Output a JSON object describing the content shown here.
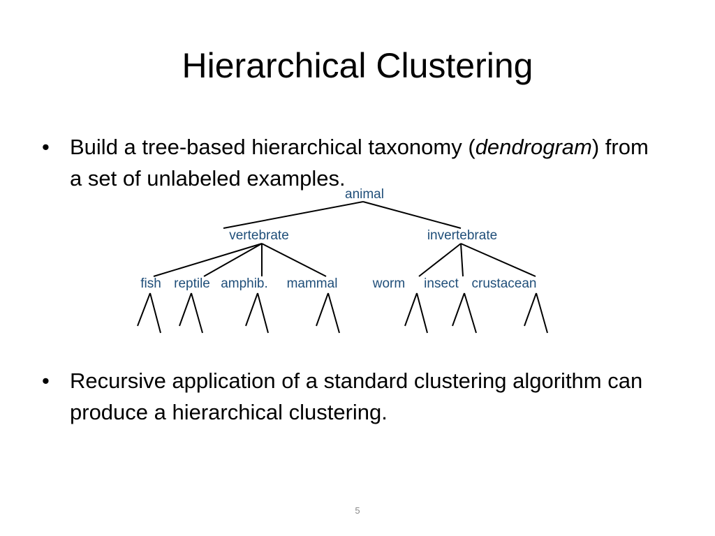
{
  "slide": {
    "title": "Hierarchical Clustering",
    "bullets": [
      {
        "before": "Build a tree-based hierarchical taxonomy (",
        "emphasis": "dendrogram",
        "after": ") from a set of unlabeled examples."
      },
      {
        "text": "Recursive application of a standard clustering algorithm can produce a hierarchical clustering."
      }
    ],
    "bullet_symbol": "•",
    "page_number": "5"
  },
  "tree": {
    "root": "animal",
    "level1": [
      "vertebrate",
      "invertebrate"
    ],
    "vertebrate_children": [
      "fish",
      "reptile",
      "amphib.",
      "mammal"
    ],
    "invertebrate_children": [
      "worm",
      "insect",
      "crustacean"
    ],
    "label_color": "#1f4e79"
  }
}
